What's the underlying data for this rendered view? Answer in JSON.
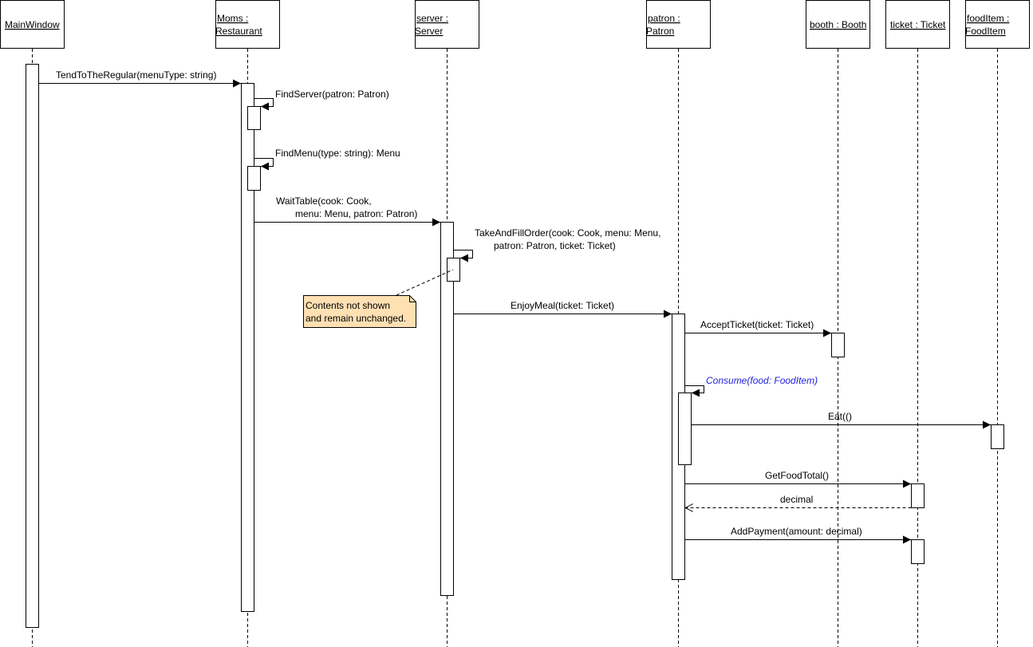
{
  "participants": [
    {
      "id": "mainwindow",
      "lines": [
        "MainWindow"
      ]
    },
    {
      "id": "moms",
      "lines": [
        "Moms :",
        "Restaurant"
      ]
    },
    {
      "id": "server",
      "lines": [
        "server :",
        "Server"
      ]
    },
    {
      "id": "patron",
      "lines": [
        "patron :",
        "Patron"
      ]
    },
    {
      "id": "booth",
      "lines": [
        "booth : Booth"
      ]
    },
    {
      "id": "ticket",
      "lines": [
        "ticket : Ticket"
      ]
    },
    {
      "id": "fooditem",
      "lines": [
        "foodItem :",
        "FoodItem"
      ]
    }
  ],
  "messages": [
    {
      "id": "tend-to-the-regular",
      "lines": [
        "TendToTheRegular(menuType: string)"
      ]
    },
    {
      "id": "find-server",
      "lines": [
        "FindServer(patron: Patron)"
      ]
    },
    {
      "id": "find-menu",
      "lines": [
        "FindMenu(type: string): Menu"
      ]
    },
    {
      "id": "wait-table",
      "lines": [
        "WaitTable(cook: Cook,",
        "menu: Menu, patron: Patron)"
      ]
    },
    {
      "id": "take-and-fill-order",
      "lines": [
        "TakeAndFillOrder(cook: Cook, menu: Menu,",
        "patron: Patron, ticket: Ticket)"
      ]
    },
    {
      "id": "enjoy-meal",
      "lines": [
        "EnjoyMeal(ticket: Ticket)"
      ]
    },
    {
      "id": "accept-ticket",
      "lines": [
        "AcceptTicket(ticket: Ticket)"
      ]
    },
    {
      "id": "consume",
      "lines": [
        "Consume(food: FoodItem)"
      ]
    },
    {
      "id": "eat",
      "lines": [
        "Eat(()"
      ]
    },
    {
      "id": "get-food-total",
      "lines": [
        "GetFoodTotal()"
      ]
    },
    {
      "id": "decimal-return",
      "lines": [
        "decimal"
      ]
    },
    {
      "id": "add-payment",
      "lines": [
        "AddPayment(amount: decimal)"
      ]
    }
  ],
  "note": {
    "lines": [
      "Contents not shown",
      "and remain unchanged."
    ]
  },
  "colors": {
    "note_fill": "#ffe0b3",
    "italic_message": "#1f1fdf"
  }
}
